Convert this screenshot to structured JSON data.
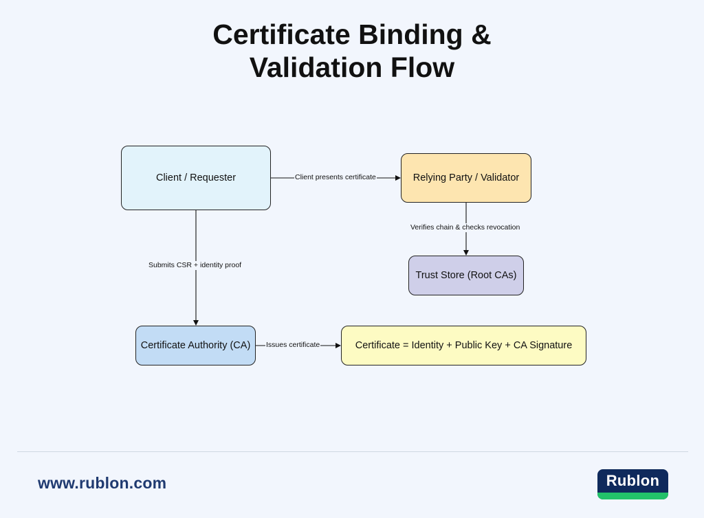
{
  "title": {
    "line1": "Certificate Binding &",
    "line2": "Validation Flow"
  },
  "nodes": {
    "client": "Client / Requester",
    "relying": "Relying Party / Validator",
    "trust": "Trust Store (Root CAs)",
    "ca": "Certificate Authority (CA)",
    "certificate": "Certificate = Identity + Public Key + CA Signature"
  },
  "edges": {
    "client_to_relying": "Client presents certificate",
    "relying_to_trust": "Verifies chain & checks revocation",
    "client_to_ca": "Submits CSR + identity proof",
    "ca_to_certificate": "Issues certificate"
  },
  "colors": {
    "client": "#e2f3fb",
    "relying": "#fde5b0",
    "trust": "#cfcfe9",
    "ca": "#c2dcf5",
    "certificate": "#fdfbc3",
    "brand_blue": "#0f2a5c",
    "brand_green": "#22c26a"
  },
  "footer": {
    "url": "www.rublon.com",
    "logo_text": "Rublon"
  }
}
